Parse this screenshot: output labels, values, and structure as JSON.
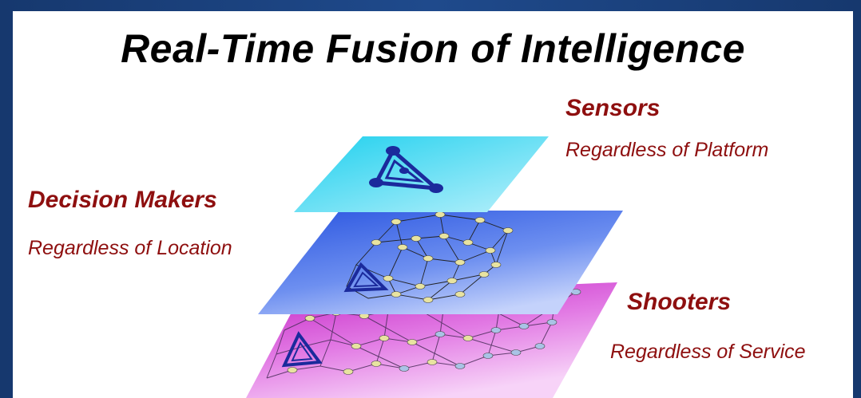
{
  "title": "Real-Time Fusion of Intelligence",
  "layers": {
    "sensors": {
      "heading": "Sensors",
      "subtitle": "Regardless of Platform"
    },
    "decision_makers": {
      "heading": "Decision Makers",
      "subtitle": "Regardless of Location"
    },
    "shooters": {
      "heading": "Shooters",
      "subtitle": "Regardless of Service"
    }
  },
  "colors": {
    "frame": "#1b3d78",
    "label": "#8e0f0f",
    "sensor_layer": "#1fd0ee",
    "decision_layer": "#3b67e6",
    "shooter_layer": "#d43fd0",
    "triangle": "#1b2a9c"
  }
}
